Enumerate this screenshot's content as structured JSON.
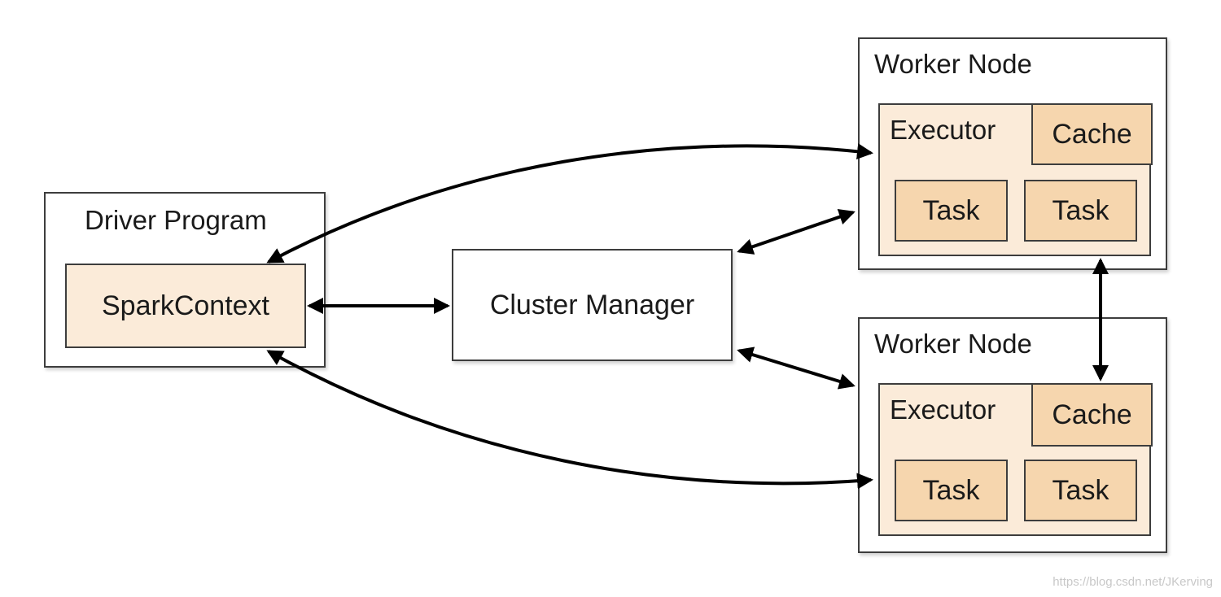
{
  "driver": {
    "title": "Driver Program",
    "context": "SparkContext"
  },
  "cluster_manager": {
    "label": "Cluster Manager"
  },
  "workers": [
    {
      "title": "Worker Node",
      "executor": "Executor",
      "cache": "Cache",
      "tasks": [
        "Task",
        "Task"
      ]
    },
    {
      "title": "Worker Node",
      "executor": "Executor",
      "cache": "Cache",
      "tasks": [
        "Task",
        "Task"
      ]
    }
  ],
  "watermark": "https://blog.csdn.net/JKerving"
}
